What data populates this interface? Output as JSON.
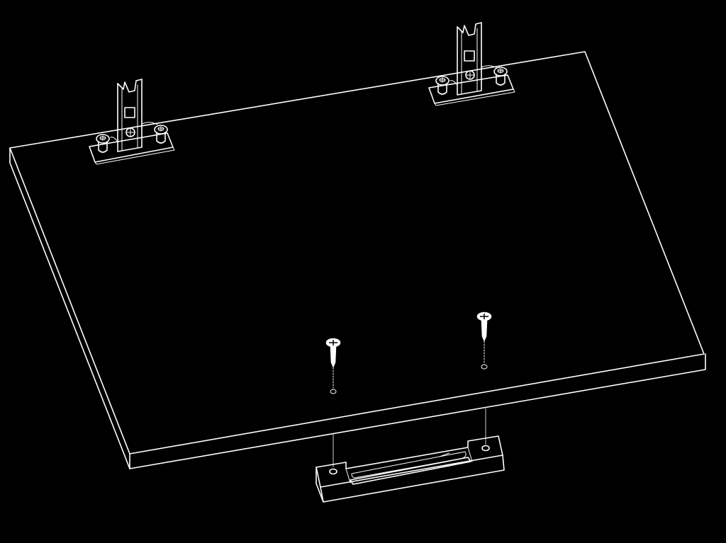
{
  "diagram": {
    "background_color": "#000000",
    "line_color": "#ffffff",
    "parts": [
      {
        "name": "panel",
        "icon": "panel-board"
      },
      {
        "name": "hinge",
        "count": 2,
        "icon": "hinge-bracket"
      },
      {
        "name": "screw",
        "count": 2,
        "icon": "screw"
      },
      {
        "name": "handle",
        "count": 1,
        "icon": "recessed-handle"
      }
    ]
  }
}
